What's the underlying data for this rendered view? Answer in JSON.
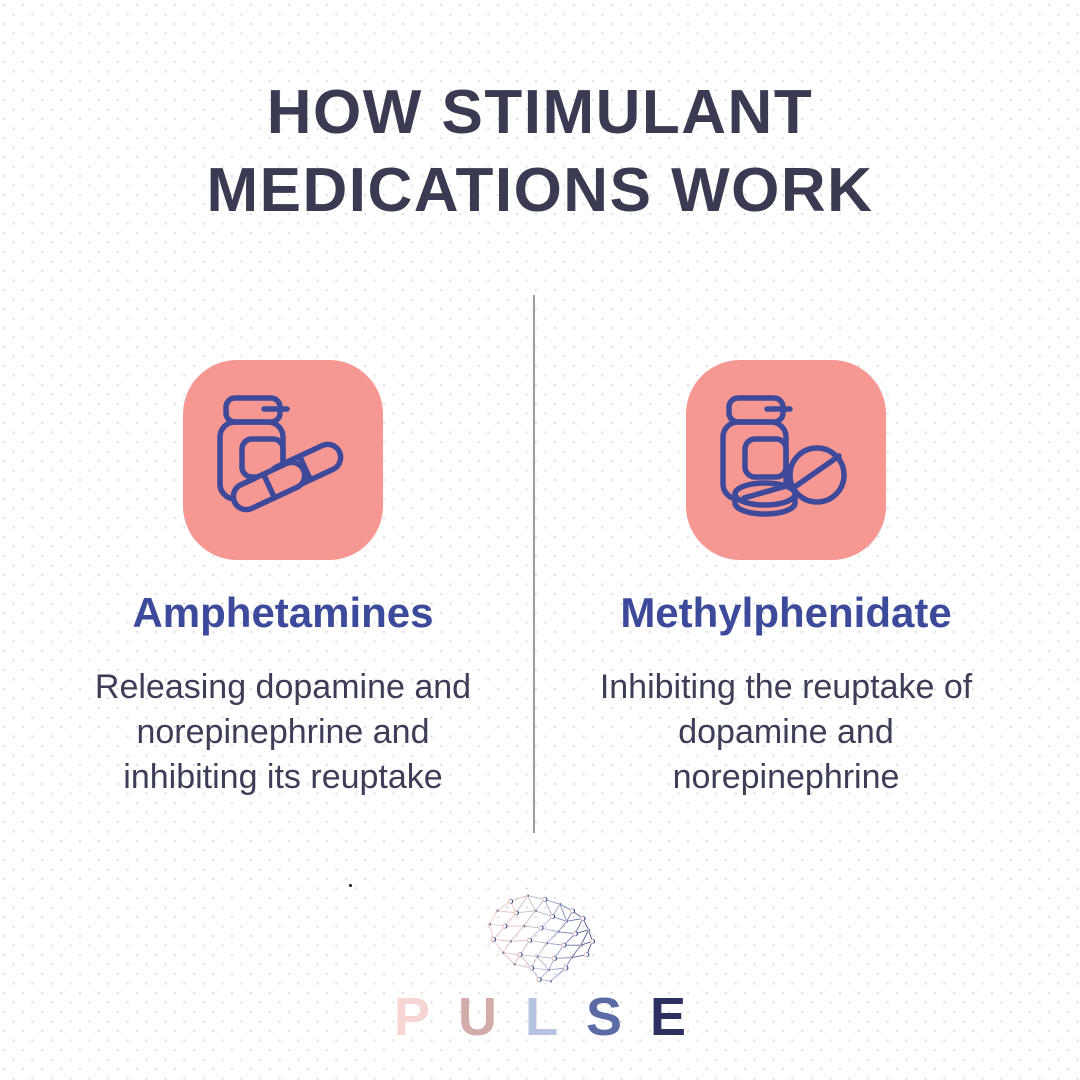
{
  "title": {
    "line1": "HOW STIMULANT",
    "line2": "MEDICATIONS WORK"
  },
  "columns": [
    {
      "heading": "Amphetamines",
      "icon": "pill-bottle-capsules-icon",
      "description_lines": [
        "Releasing dopamine and",
        "norepinephrine and",
        "inhibiting its reuptake"
      ]
    },
    {
      "heading": "Methylphenidate",
      "icon": "pill-bottle-tablets-icon",
      "description_lines": [
        "Inhibiting the reuptake of",
        "dopamine and",
        "norepinephrine"
      ]
    }
  ],
  "logo": {
    "icon": "brain-network-icon",
    "brand_letters": [
      {
        "char": "P",
        "color": "#F7D5D2"
      },
      {
        "char": "U",
        "color": "#D3ABA9"
      },
      {
        "char": "L",
        "color": "#B7C3E3"
      },
      {
        "char": "S",
        "color": "#5B6BA6"
      },
      {
        "char": "E",
        "color": "#2C3161"
      }
    ]
  },
  "colors": {
    "page_background": "#FFFFFF",
    "dot_color": "#E2E2E7",
    "title_text": "#3A3A52",
    "heading_text": "#3B4A9A",
    "body_text": "#3D3D58",
    "card_background": "#F69792",
    "icon_stroke": "#3E4A99",
    "divider_color": "#9B9BA6"
  }
}
